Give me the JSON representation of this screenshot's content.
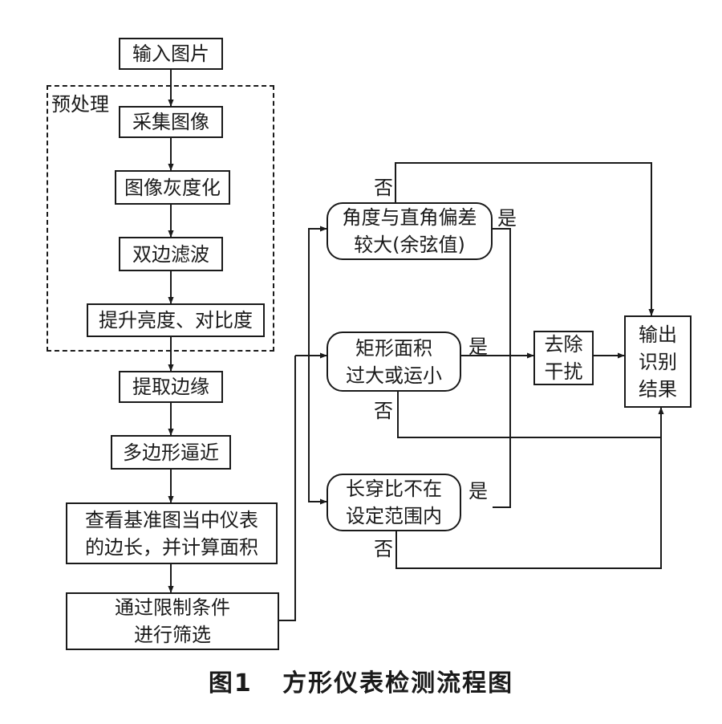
{
  "preprocess_label": "预处理",
  "nodes": {
    "input": "输入图片",
    "collect": "采集图像",
    "gray": "图像灰度化",
    "filter": "双边滤波",
    "enhance": "提升亮度、对比度",
    "edge": "提取边缘",
    "poly": "多边形逼近",
    "measure": [
      "查看基准图当中仪表",
      "的边长，并计算面积"
    ],
    "screen": [
      "通过限制条件",
      "进行筛选"
    ],
    "angle": [
      "角度与直角偏差",
      "较大(余弦值)"
    ],
    "area": [
      "矩形面积",
      "过大或运小"
    ],
    "ratio": [
      "长穿比不在",
      "设定范围内"
    ],
    "remove": [
      "去除",
      "干扰"
    ],
    "output": [
      "输出",
      "识别",
      "结果"
    ]
  },
  "edge_labels": {
    "angle_no": "否",
    "angle_yes": "是",
    "area_yes": "是",
    "area_no": "否",
    "ratio_yes": "是",
    "ratio_no": "否"
  },
  "caption": "图1   方形仪表检测流程图"
}
